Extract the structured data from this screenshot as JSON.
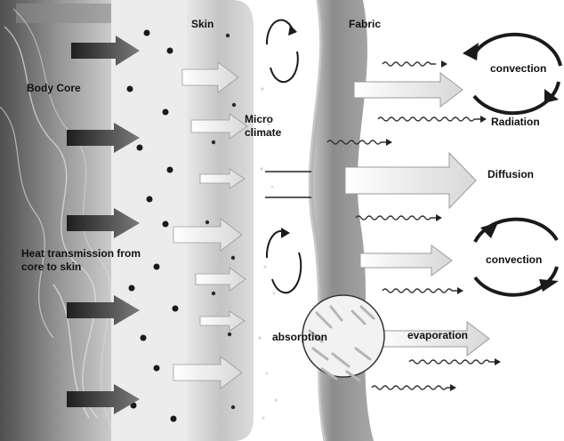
{
  "labels": {
    "skin": "Skin",
    "fabric": "Fabric",
    "body_core": "Body Core",
    "micro_climate": "Micro\nclimate",
    "heat_transmission": "Heat transmission from\ncore to skin",
    "convection_top": "convection",
    "radiation": "Radiation",
    "diffusion": "Diffusion",
    "convection_bottom": "convection",
    "absorption": "absorption",
    "evaporation": "evaporation"
  },
  "colors": {
    "body_core_gradient": [
      "#5e5e5e",
      "#b5b5b5"
    ],
    "skin_layer": "#bdbdbd",
    "fabric": "#8a8a8a",
    "arrow_dark": "#3a3a3a",
    "arrow_light": "#ededed",
    "dot": "#1a1a1a"
  }
}
